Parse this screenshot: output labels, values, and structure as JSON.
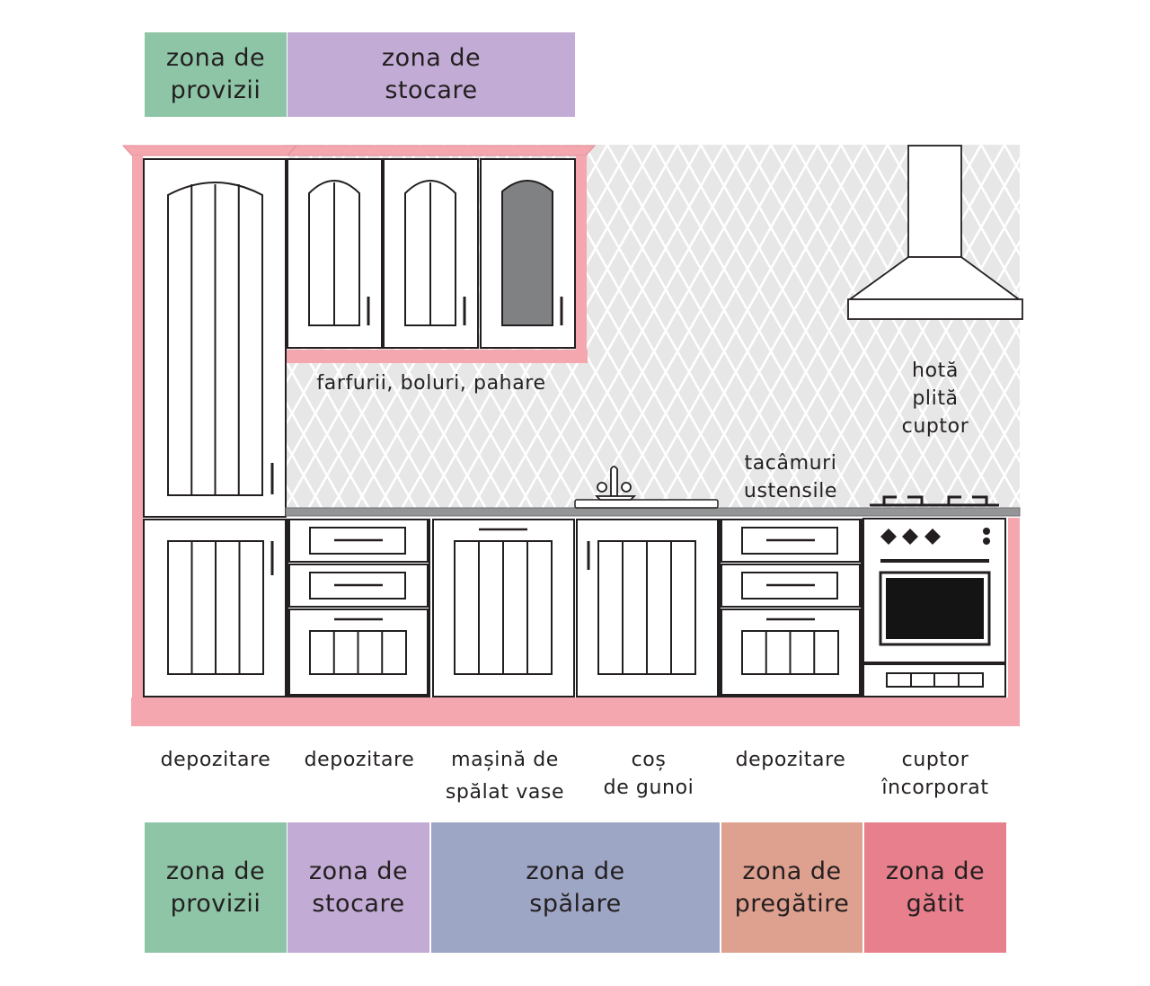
{
  "colors": {
    "provizii": "#8ec5a7",
    "stocare": "#c2abd4",
    "spalare": "#9ea6c6",
    "pregatire": "#dea08f",
    "gatit": "#e7808c",
    "cabinet_frame": "#f4a7ae"
  },
  "top_zones": [
    {
      "key": "provizii",
      "label": "zona de\nprovizii"
    },
    {
      "key": "stocare",
      "label": "zona de\nstocare"
    }
  ],
  "annotations": {
    "upper_cabinets": "farfurii, boluri, pahare",
    "cooking": "hotă\nplită\ncuptor",
    "prep": "tacâmuri\nustensile"
  },
  "unit_labels": [
    "depozitare",
    "depozitare",
    "mașină de\nspălat vase",
    "coș\nde gunoi",
    "depozitare",
    "cuptor\nîncorporat"
  ],
  "bottom_zones": [
    {
      "key": "provizii",
      "label": "zona de\nprovizii"
    },
    {
      "key": "stocare",
      "label": "zona de\nstocare"
    },
    {
      "key": "spalare",
      "label": "zona de\nspălare"
    },
    {
      "key": "pregatire",
      "label": "zona de\npregătire"
    },
    {
      "key": "gatit",
      "label": "zona de\ngătit"
    }
  ]
}
